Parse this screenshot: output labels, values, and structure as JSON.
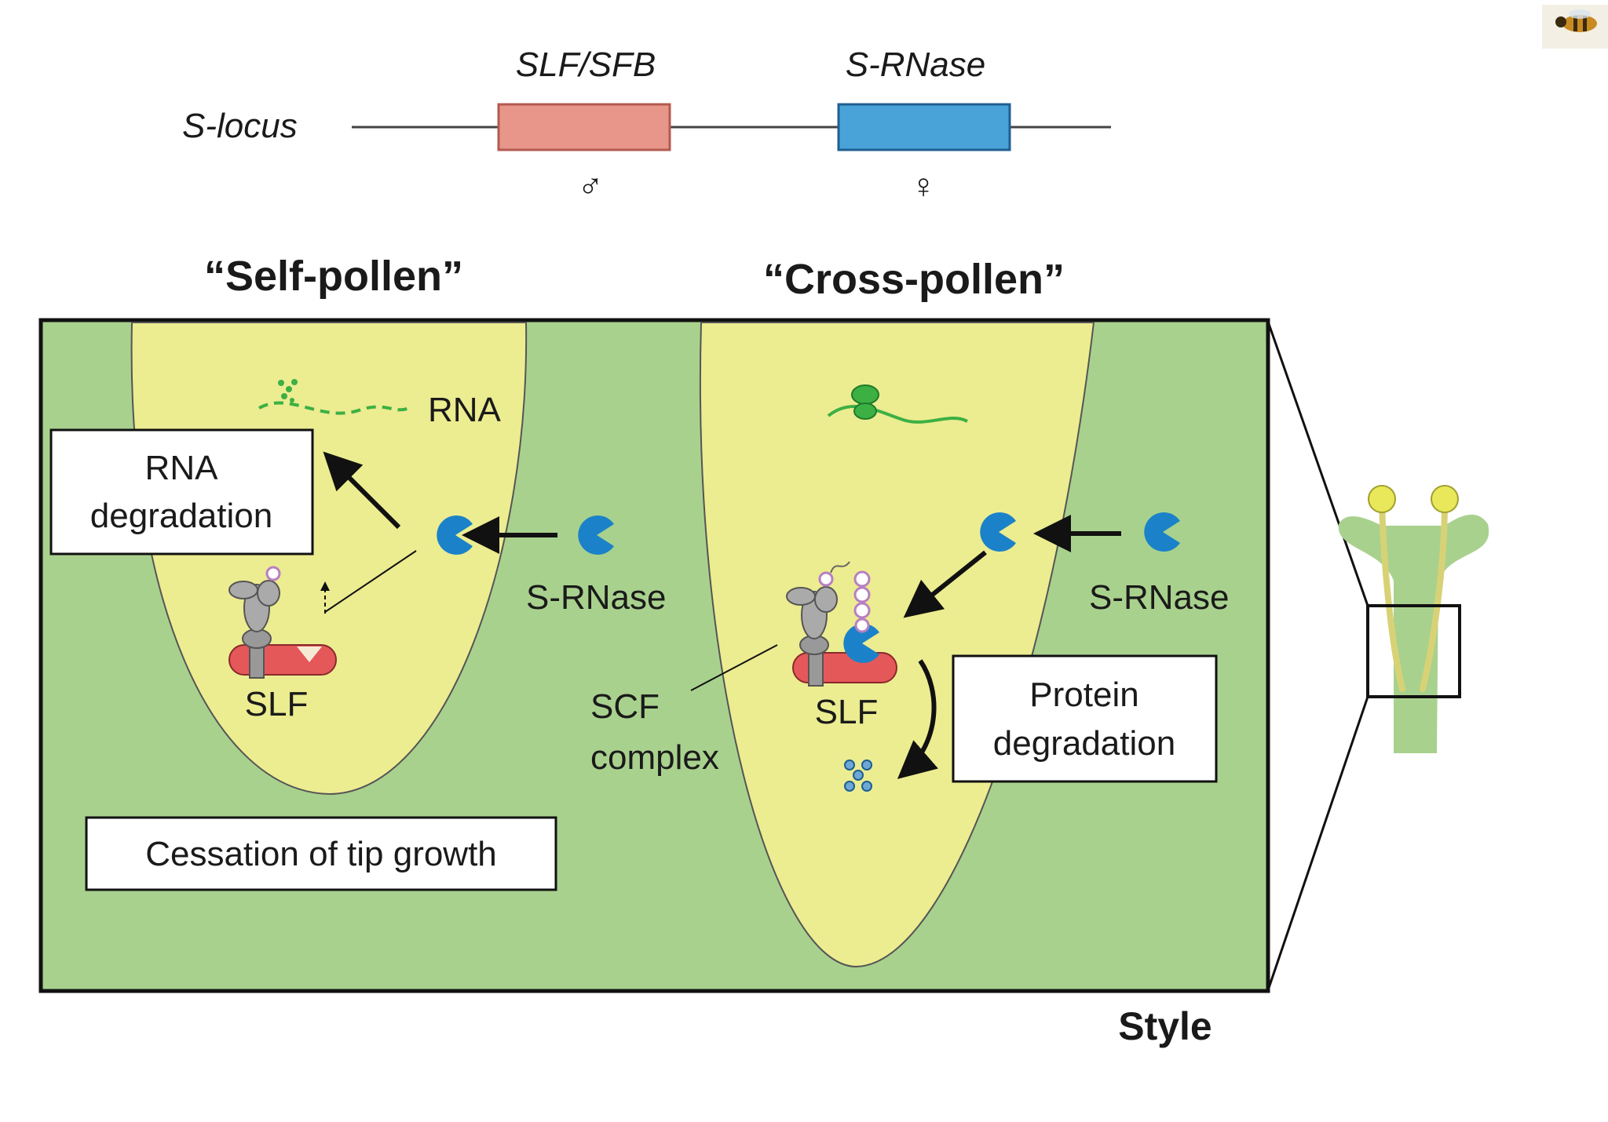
{
  "locus": {
    "label": "S-locus",
    "male_gene": "SLF/SFB",
    "female_gene": "S-RNase",
    "male_symbol": "♂",
    "female_symbol": "♀",
    "male_color": "#e8968a",
    "female_color": "#4aa3d8"
  },
  "panels": {
    "self": {
      "title": "“Self-pollen”",
      "rna_label": "RNA",
      "rna_box": [
        "RNA",
        "degradation"
      ],
      "srnase_label": "S-RNase",
      "slf_label": "SLF"
    },
    "cross": {
      "title": "“Cross-pollen”",
      "srnase_label": "S-RNase",
      "slf_label": "SLF",
      "scf_label": [
        "SCF",
        "complex"
      ],
      "protein_box": [
        "Protein",
        "degradation"
      ]
    }
  },
  "cessation_box": "Cessation of tip growth",
  "style_label": "Style",
  "colors": {
    "style_green": "#a9d18e",
    "pollen_tube_yellow": "#ecec91",
    "srnase_blue": "#1b82c9",
    "slf_red": "#e5585a",
    "ubiquitin_purple": "#b77fc2",
    "rna_green": "#3cb043"
  },
  "icons": {
    "corner": "bee-icon"
  }
}
